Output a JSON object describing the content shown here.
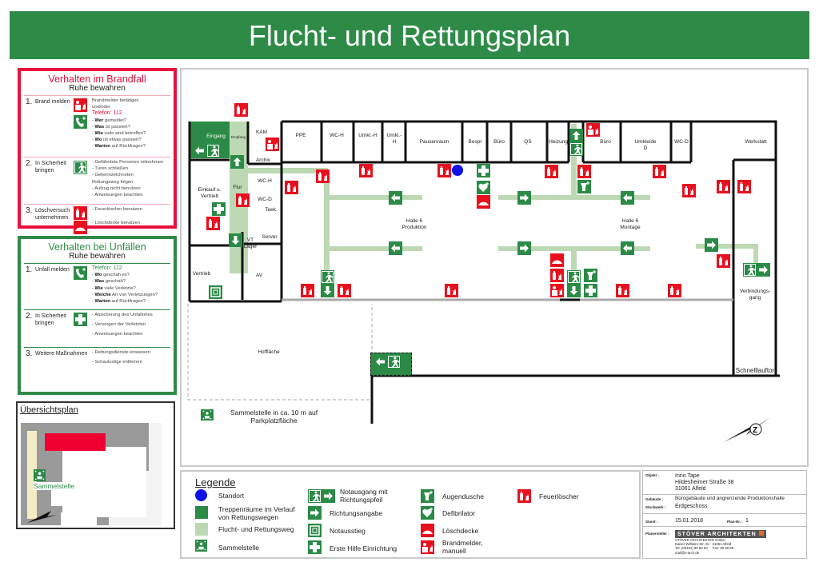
{
  "title": "Flucht- und Rettungsplan",
  "fire_panel": {
    "title": "Verhalten im Brandfall",
    "subtitle": "Ruhe bewahren",
    "steps": [
      {
        "num": "1.",
        "label": "Brand melden",
        "lines": [
          "Brandmelder betätigen",
          "und/oder"
        ],
        "phone": "Telefon:  112",
        "questions": [
          [
            "Wer",
            "gemeldet?"
          ],
          [
            "Was",
            "ist passiert?"
          ],
          [
            "Wie",
            "viele sind betroffen?"
          ],
          [
            "Wo",
            "ist etwas passiert?"
          ],
          [
            "Warten",
            "auf Rückfragen?"
          ]
        ]
      },
      {
        "num": "2.",
        "label": "In Sicherheit bringen",
        "lines": [
          "- Gefährdete Personen mitnehmen",
          "- Türen schließen",
          "- Gekennzeichneten",
          "  Rettungsweg folgen",
          "- Aufzug nicht benutzen",
          "- Anweisungen beachten"
        ]
      },
      {
        "num": "3.",
        "label": "Löschversuch unternehmen",
        "lines": [
          "- Feuerlöscher benutzen",
          "- Löschdecke benutzen"
        ]
      }
    ]
  },
  "accident_panel": {
    "title": "Verhalten bei Unfällen",
    "subtitle": "Ruhe bewahren",
    "steps": [
      {
        "num": "1.",
        "label": "Unfall melden",
        "phone": "Telefon: 112",
        "questions": [
          [
            "Wo",
            "geschah es?"
          ],
          [
            "Was",
            "geschah?"
          ],
          [
            "Wie",
            "viele Verletzte?"
          ],
          [
            "Welche",
            "Art von Verletzungen?"
          ],
          [
            "Warten",
            "auf Rückfragen?"
          ]
        ]
      },
      {
        "num": "2.",
        "label": "In Sicherheit bringen",
        "lines": [
          "- Absicherung des Unfallortes",
          "- Versorgen der Verletzten",
          "- Anweisungen beachten"
        ]
      },
      {
        "num": "3.",
        "label": "Weitere Maßnahmen",
        "lines": [
          "- Rettungsdienste einweisen",
          "- Schaulustige entfernen"
        ]
      }
    ]
  },
  "overview": {
    "title": "Übersichtsplan",
    "assembly": "Sammelstelle"
  },
  "rooms": {
    "eingang": "Eingang",
    "empfang": "Empfang",
    "kam": "KAM",
    "archiv": "Archiv",
    "ppe": "PPE",
    "wch": "WC-H",
    "umklh1": "Umkl.-H",
    "umklh2": "Umkl.-\nH",
    "pausenraum": "Pausenraum",
    "bespr": "Bespr",
    "buero1": "Büro",
    "qs": "QS",
    "heizung": "Heizung",
    "buero2": "Büro",
    "umkleide": "Umkleide\nD",
    "wcd": "WC-D",
    "werkstatt": "Werkstatt",
    "flur": "Flur",
    "einkauf": "Einkauf u.\nVertrieb",
    "wch2": "WC-H",
    "wcd2": "WC-D",
    "teek": "Teek.",
    "vtlager": "VT\nLager",
    "server": "Server",
    "vertrieb": "Vertrieb",
    "av": "AV",
    "produktion": "Halle 6\nProduktion",
    "montage": "Halle 6\nMontage",
    "verbindung": "Verbindungs-\ngang",
    "schnelllauftor": "Schnelllauftor",
    "hofflaeche": "Hoffläche"
  },
  "assembly_note": "Sammelstelle in ca. 10 m auf\nParkplatzfläche",
  "legend": {
    "title": "Legende",
    "items": {
      "standort": "Standort",
      "treppen": "Treppenräume im Verlauf\nvon Rettungswegen",
      "fluchtweg": "Flucht- und Rettungsweg",
      "sammelstelle": "Sammelstelle",
      "notausgang": "Notausgang mit\nRichtungspfeil",
      "richtung": "Richtungsangabe",
      "notausstieg": "Notausstieg",
      "ersthilfe": "Erste Hilfe Einrichtung",
      "augendusche": "Augendusche",
      "defi": "Defibrilator",
      "loeschdecke": "Löschdecke",
      "brandmelder": "Brandmelder,\nmanuell",
      "feuerloescher": "Feuerlöscher"
    }
  },
  "info": {
    "objekt_k": "Objekt :",
    "objekt": "Inno Tape\nHildesheimer Straße 38\n31061 Alfeld",
    "gebaeude_k": "Gebäude :",
    "gebaeude": "Bürogebäude und angrenzende Produktionshalle",
    "stockwerk_k": "Stockwerk :",
    "stockwerk": "Erdgeschoss",
    "stand_k": "Stand :",
    "stand": "15.01.2018",
    "plannr_k": "Plan-Nr. :",
    "plannr": "1",
    "ersteller_k": "Planersteller :",
    "firm": "STÖVER ARCHITEKTEN",
    "firm_addr": "STÖVER ARCHITEKTEN GmbH\nKaiser-Wilhelm-Str. 20 · 31061 Alfeld\nTel: (05181) 80 69 60   · Fax: 80 69 69\nmail@s-arch.de"
  },
  "colors": {
    "green": "#2a8a46",
    "red": "#e8101e",
    "path": "#bcd9b4",
    "standort": "#1010e8"
  }
}
